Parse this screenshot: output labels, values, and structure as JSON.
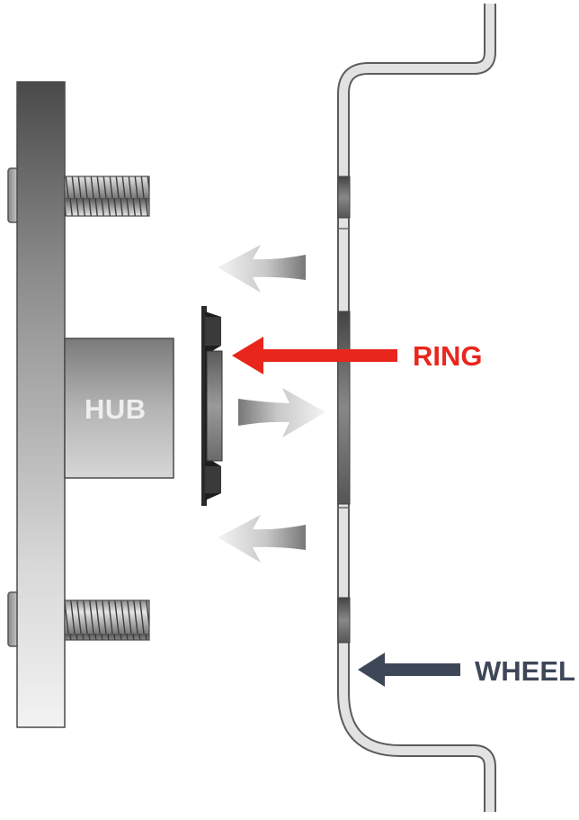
{
  "labels": {
    "hub": "HUB",
    "ring": "RING",
    "wheel": "WHEEL"
  },
  "colors": {
    "hub_text": "#eeeeee",
    "ring_accent": "#e8261c",
    "wheel_accent": "#3e4758",
    "outline": "#666666"
  },
  "icons": {
    "ring_pointer": "arrow-left-icon",
    "wheel_pointer": "arrow-left-icon",
    "motion_arrows": [
      "arrow-left-icon",
      "arrow-right-icon",
      "arrow-left-icon"
    ]
  }
}
